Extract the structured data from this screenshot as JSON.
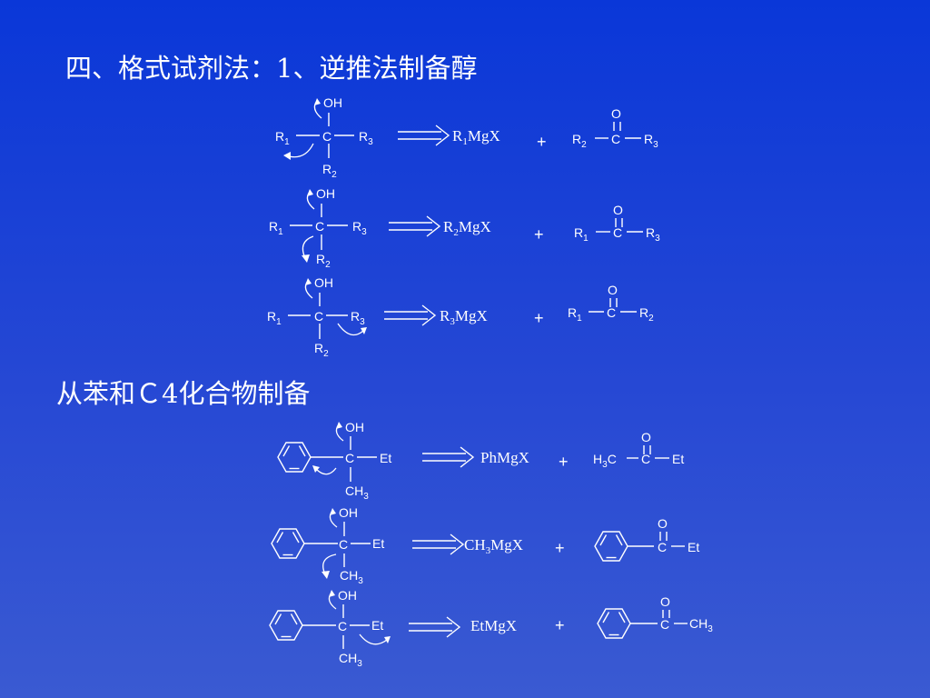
{
  "slide": {
    "title": "四、格式试剂法：1、逆推法制备醇",
    "subtitle": "从苯和Ｃ4化合物制备"
  },
  "labels": {
    "OH": "OH",
    "C": "C",
    "O": "O",
    "R": "R",
    "idx1": "1",
    "idx2": "2",
    "idx3": "3",
    "MgX": "MgX",
    "plus": "+",
    "Et": "Et",
    "CH": "CH",
    "H": "H",
    "PhMgX": "PhMgX",
    "EtMgX": "EtMgX"
  },
  "colors": {
    "background": "#1f43d6",
    "foreground": "#ffffff"
  }
}
